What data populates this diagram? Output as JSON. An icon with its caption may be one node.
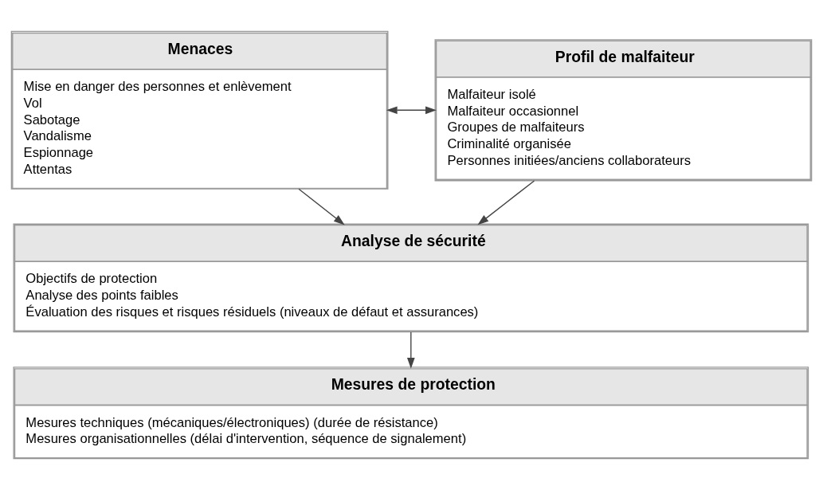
{
  "diagram": {
    "nodes": [
      {
        "text": [
          "Menaces",
          "Mise en danger des personnes et enlèvement",
          "Vol",
          "Sabotage",
          "Vandalisme",
          "Espionnage",
          "Attentas"
        ]
      },
      {
        "text": [
          "Profil de malfaiteur",
          "Malfaiteur isolé",
          "Malfaiteur occasionnel",
          "Groupes de malfaiteurs",
          "Criminalité organisée",
          "Personnes initiées/anciens collaborateurs"
        ]
      },
      {
        "text": [
          "Analyse de sécurité",
          "Objectifs de protection",
          "Analyse des points faibles",
          "Évaluation des risques et risques résiduels (niveaux de défaut et assurances)"
        ]
      },
      {
        "text": [
          "Mesures de protection",
          "Mesures techniques (mécaniques/électroniques) (durée de résistance)",
          "Mesures organisationnelles (délai d'intervention, séquence de signalement)"
        ]
      }
    ],
    "edges": [
      {
        "from": 0,
        "to": 1,
        "arrow": "both"
      },
      {
        "from": 0,
        "to": 2,
        "arrow": "to"
      },
      {
        "from": 1,
        "to": 2,
        "arrow": "to"
      },
      {
        "from": 2,
        "to": 3,
        "arrow": "to"
      }
    ]
  }
}
